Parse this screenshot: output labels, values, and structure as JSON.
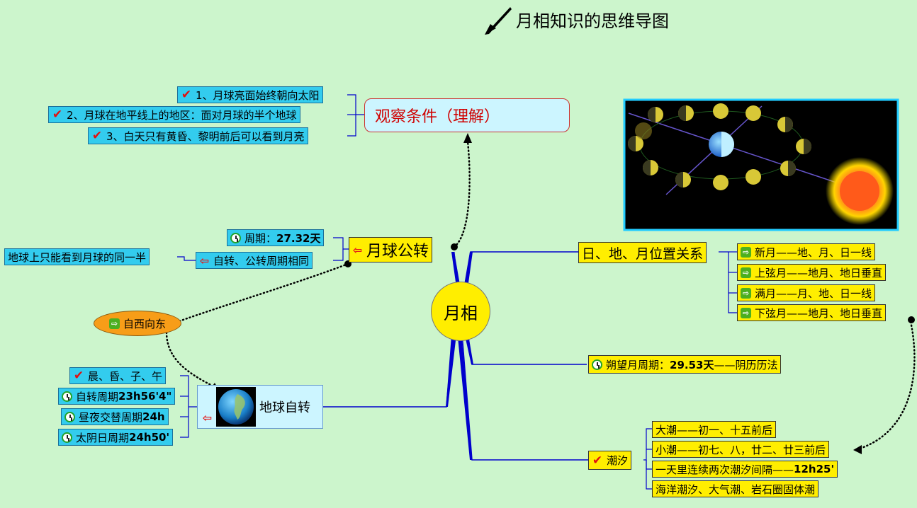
{
  "title": "月相知识的思维导图",
  "center": {
    "label": "月相"
  },
  "observe": {
    "label": "观察条件（理解）",
    "items": [
      "1、月球亮面始终朝向太阳",
      "2、月球在地平线上的地区：面对月球的半个地球",
      "3、白天只有黄昏、黎明前后可以看到月亮"
    ]
  },
  "revolution": {
    "label": "月球公转",
    "period_prefix": "周期：",
    "period_value": "27.32天",
    "same_period": "自转、公转周期相同",
    "same_side": "地球上只能看到月球的同一半"
  },
  "direction": {
    "label": "自西向东"
  },
  "rotation": {
    "label": "地球自转",
    "items": [
      {
        "prefix": "晨、昏、子、午",
        "value": ""
      },
      {
        "prefix": "自转周期",
        "value": "23h56'4\""
      },
      {
        "prefix": "昼夜交替周期",
        "value": "24h"
      },
      {
        "prefix": "太阴日周期",
        "value": "24h50'"
      }
    ]
  },
  "positions": {
    "label": "日、地、月位置关系",
    "items": [
      "新月——地、月、日一线",
      "上弦月——地月、地日垂直",
      "满月——月、地、日一线",
      "下弦月——地月、地日垂直"
    ]
  },
  "synodic": {
    "prefix": "朔望月周期：",
    "value": "29.53天",
    "suffix": "——阴历历法"
  },
  "tide": {
    "label": "潮汐",
    "items": [
      {
        "text": "大潮——初一、十五前后",
        "bold": ""
      },
      {
        "text": "小潮——初七、八，廿二、廿三前后",
        "bold": ""
      },
      {
        "text": "一天里连续两次潮汐间隔——",
        "bold": "12h25'"
      },
      {
        "text": "海洋潮汐、大气潮、岩石圈固体潮",
        "bold": ""
      }
    ]
  },
  "colors": {
    "background": "#ccf5cc",
    "cyan": "#33ccee",
    "yellow": "#ffee00",
    "branch": "#0000cc",
    "moon_node": "#ffee00"
  }
}
